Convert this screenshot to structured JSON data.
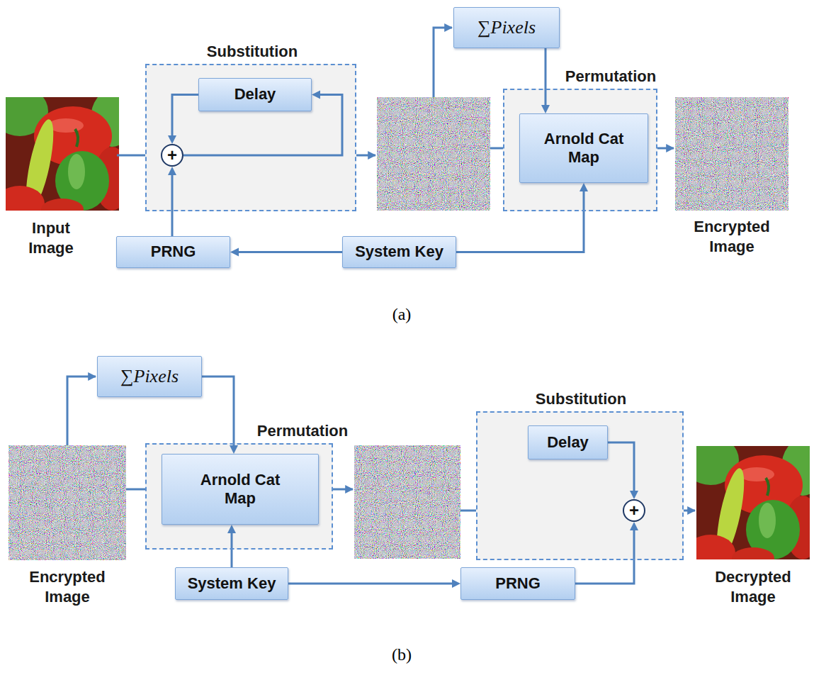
{
  "diagram": {
    "nodes": [
      {
        "text": [
          "Substitution"
        ]
      },
      {
        "text": [
          "Delay"
        ],
        "in": 0
      },
      {
        "text": [
          "+"
        ],
        "in": 0
      },
      {
        "text": [
          "∑Pixels"
        ]
      },
      {
        "text": [
          "Permutation"
        ]
      },
      {
        "text": [
          "Arnold Cat Map"
        ],
        "in": 4
      },
      {
        "text": [
          "PRNG"
        ]
      },
      {
        "text": [
          "System Key"
        ]
      },
      {
        "text": [
          "∑Pixels"
        ]
      },
      {
        "text": [
          "Permutation"
        ]
      },
      {
        "text": [
          "Arnold Cat Map"
        ],
        "in": 9
      },
      {
        "text": [
          "Substitution"
        ]
      },
      {
        "text": [
          "Delay"
        ],
        "in": 11
      },
      {
        "text": [
          "+"
        ],
        "in": 11
      },
      {
        "text": [
          "System Key"
        ]
      },
      {
        "text": [
          "PRNG"
        ]
      }
    ],
    "edges": [
      {
        "from": 1,
        "to": 2,
        "arrow": "to"
      },
      {
        "from": 2,
        "to": 1,
        "arrow": "to"
      },
      {
        "from": 6,
        "to": 2,
        "arrow": "to"
      },
      {
        "from": 7,
        "to": 6,
        "arrow": "to"
      },
      {
        "from": 7,
        "to": 5,
        "arrow": "to"
      },
      {
        "from": 3,
        "to": 5,
        "arrow": "to"
      },
      {
        "from": 8,
        "to": 10,
        "arrow": "to"
      },
      {
        "from": 14,
        "to": 10,
        "arrow": "to"
      },
      {
        "from": 14,
        "to": 15,
        "arrow": "to"
      },
      {
        "from": 15,
        "to": 13,
        "arrow": "to"
      },
      {
        "from": 12,
        "to": 13,
        "arrow": "to"
      }
    ],
    "labels": [
      "Input Image",
      "Encrypted Image",
      "(a)",
      "Encrypted Image",
      "Decrypted Image",
      "(b)"
    ]
  }
}
